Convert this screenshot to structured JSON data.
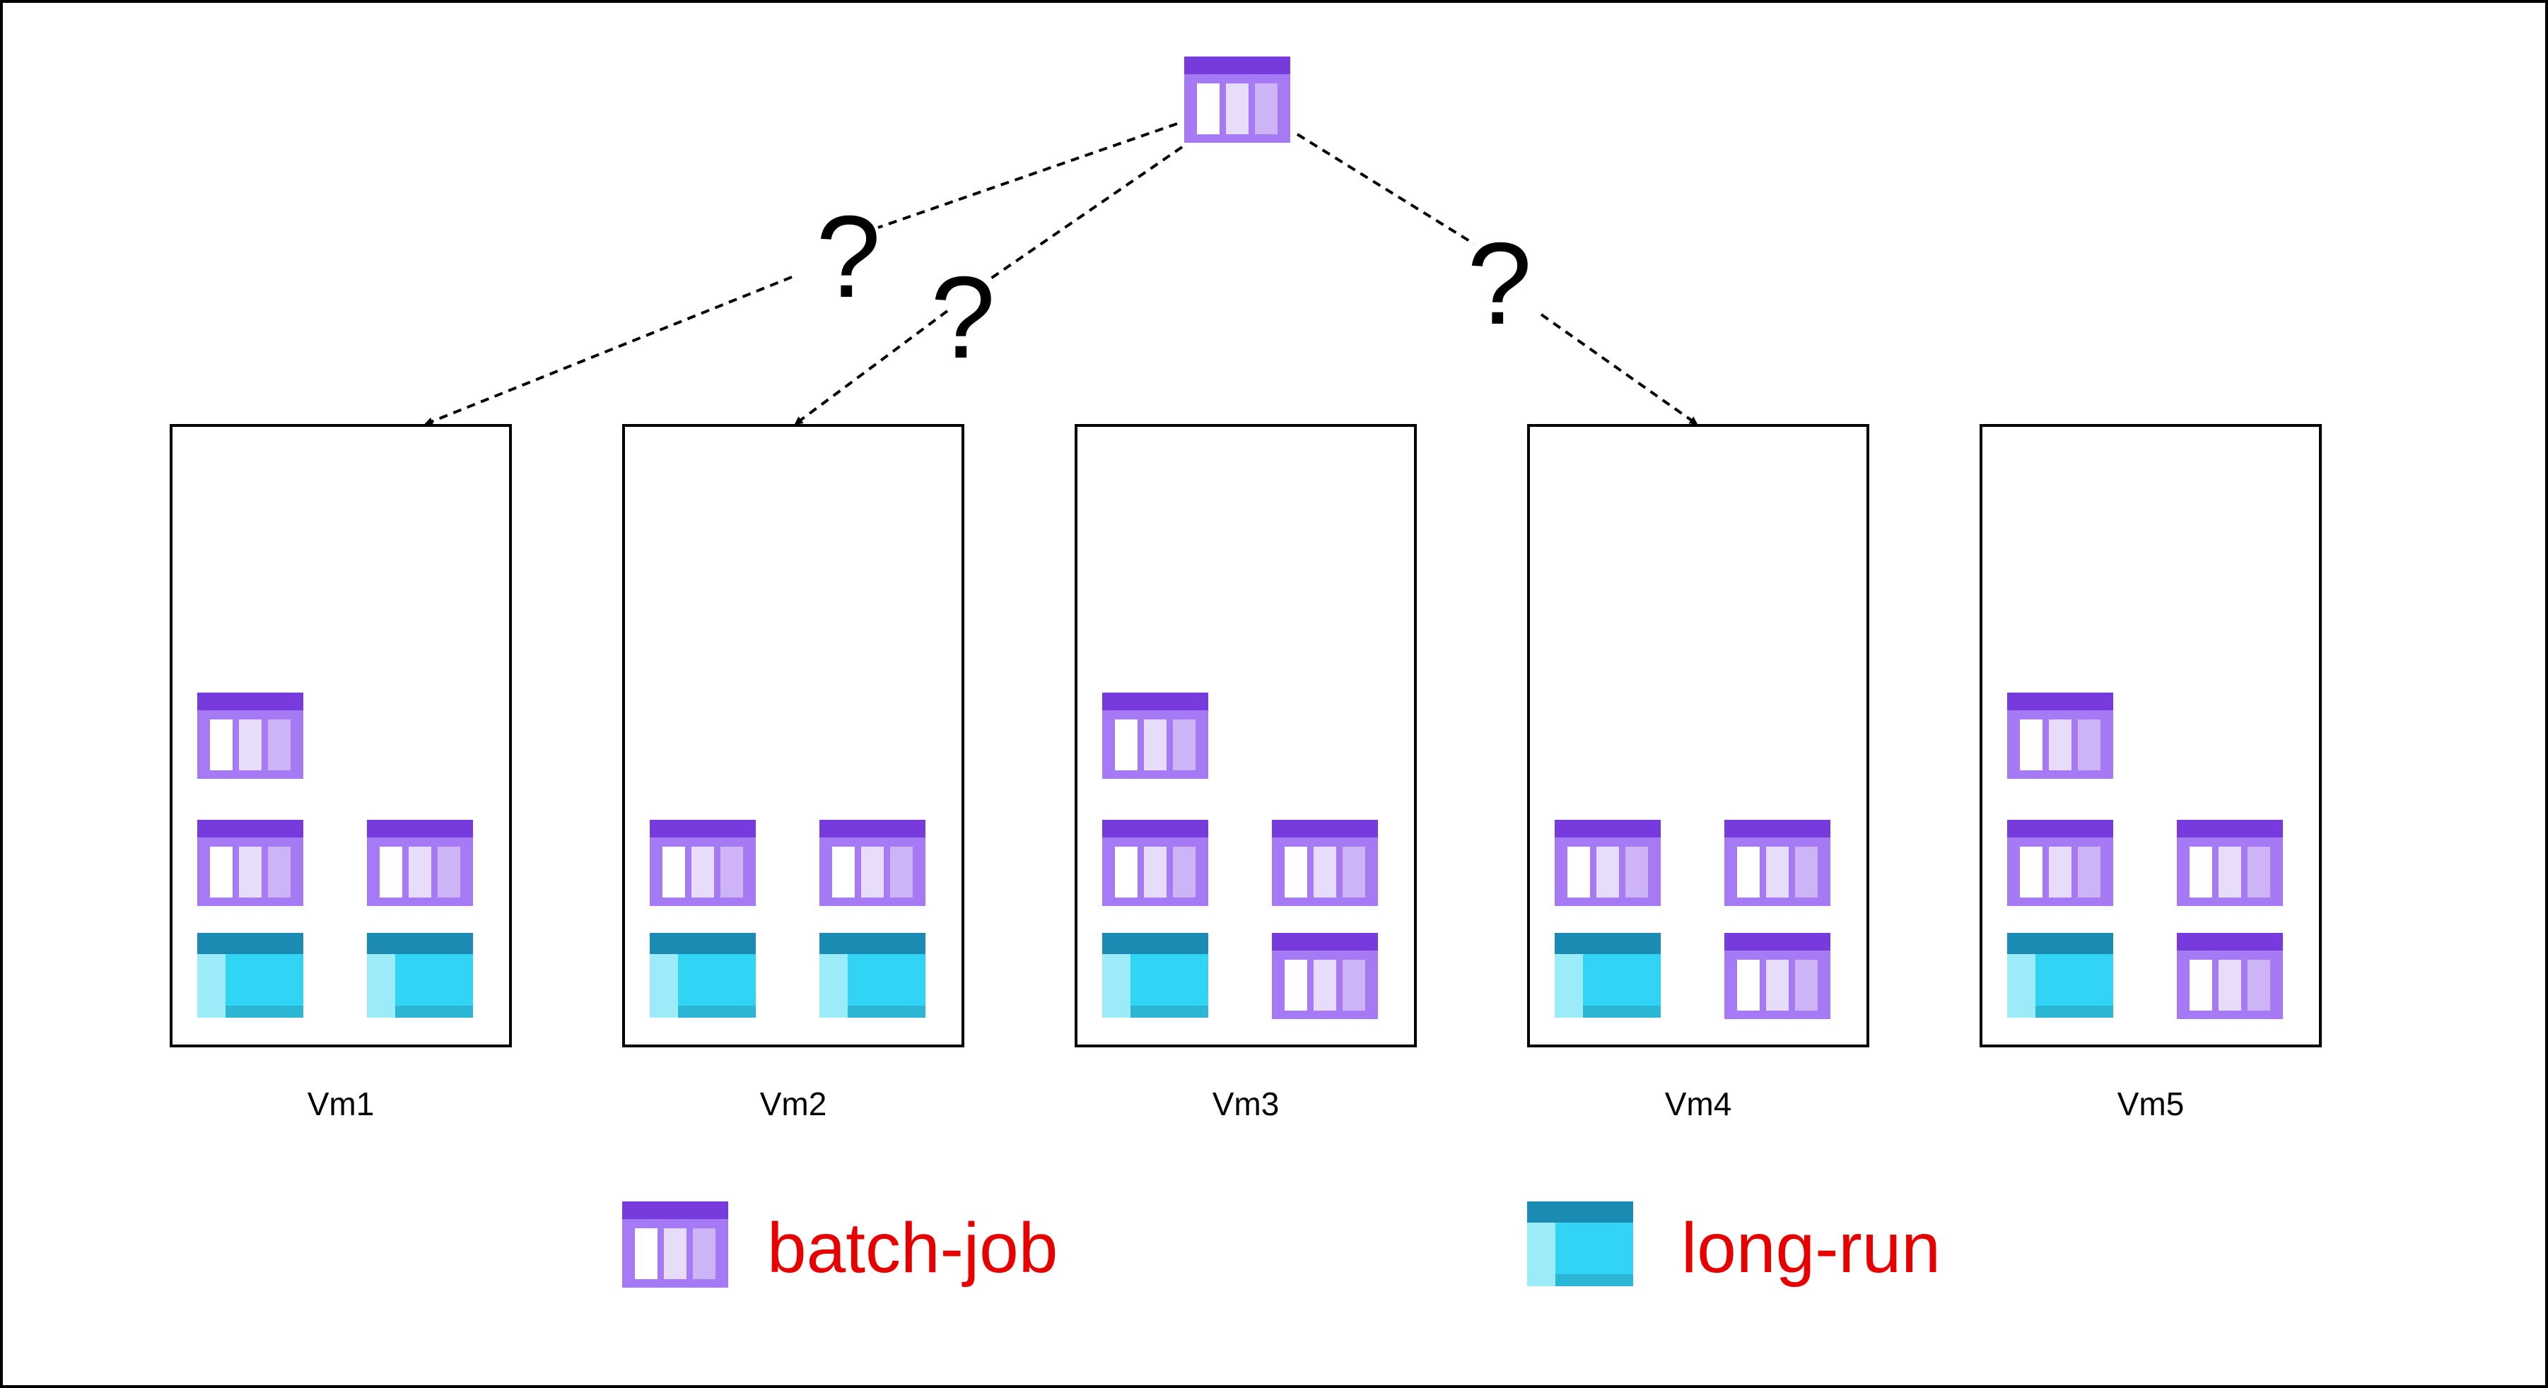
{
  "colors": {
    "batch_header": "#773adc",
    "batch_body": "#a67af4",
    "batch_col_1": "#ffffff",
    "batch_col_2": "#e7dcfa",
    "batch_col_3": "#cdb4f7",
    "long_header": "#1b8bb4",
    "long_body": "#32d4f5",
    "long_side": "#9cebf9",
    "long_bottom": "#2cb6d6",
    "legend_text": "#e60000",
    "line": "#000000"
  },
  "incoming_job": {
    "icon": "batch-job-icon"
  },
  "question_marks": [
    "?",
    "?",
    "?"
  ],
  "vms": [
    {
      "label": "Vm1",
      "jobs": [
        "batch-job",
        "batch-job",
        "batch-job",
        "long-run",
        "long-run"
      ]
    },
    {
      "label": "Vm2",
      "jobs": [
        "batch-job",
        "batch-job",
        "long-run",
        "long-run"
      ]
    },
    {
      "label": "Vm3",
      "jobs": [
        "batch-job",
        "batch-job",
        "batch-job",
        "long-run",
        "batch-job"
      ]
    },
    {
      "label": "Vm4",
      "jobs": [
        "batch-job",
        "batch-job",
        "long-run",
        "batch-job"
      ]
    },
    {
      "label": "Vm5",
      "jobs": [
        "batch-job",
        "batch-job",
        "batch-job",
        "long-run",
        "batch-job"
      ]
    }
  ],
  "legend": [
    {
      "type": "batch-job",
      "label": "batch-job"
    },
    {
      "type": "long-run",
      "label": "long-run"
    }
  ]
}
